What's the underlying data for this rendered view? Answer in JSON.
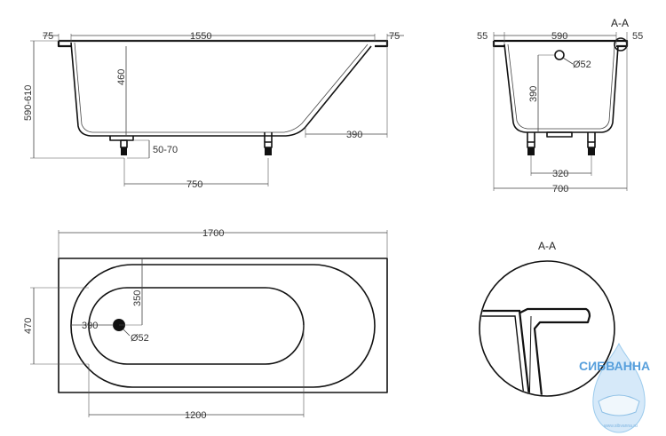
{
  "side_view": {
    "left_rim": "75",
    "length_top": "1550",
    "right_rim": "75",
    "height_total": "590-610",
    "depth": "460",
    "leg_adjust": "50-70",
    "leg_spacing": "750",
    "slope_len": "390"
  },
  "section_view": {
    "label": "A-A",
    "left_rim": "55",
    "width_top": "590",
    "right_rim": "55",
    "drain_depth": "390",
    "drain_dia": "Ø52",
    "leg_spacing": "320",
    "width_total": "700"
  },
  "plan_view": {
    "length_total": "1700",
    "width_total": "470",
    "inner_offset": "350",
    "drain_offset": "390",
    "drain_dia": "Ø52",
    "bottom_len": "1200"
  },
  "detail_view": {
    "label": "A-A"
  },
  "watermark": {
    "brand": "СИБВАННА",
    "site": "www.sibvanna.ru"
  }
}
